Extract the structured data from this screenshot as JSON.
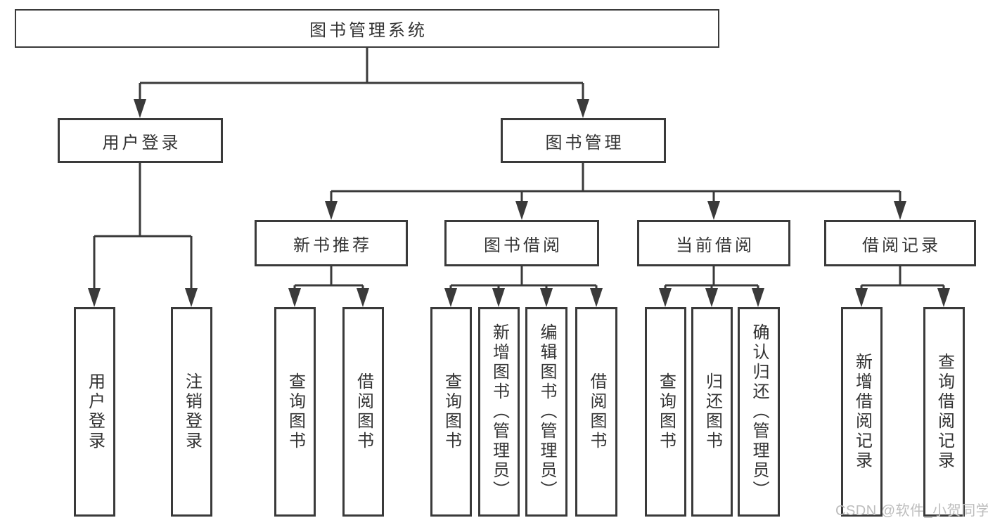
{
  "diagram": {
    "root": {
      "label": "图书管理系统"
    },
    "level2": [
      {
        "label": "用户登录"
      },
      {
        "label": "图书管理"
      }
    ],
    "level3": [
      {
        "label": "新书推荐"
      },
      {
        "label": "图书借阅"
      },
      {
        "label": "当前借阅"
      },
      {
        "label": "借阅记录"
      }
    ],
    "leaves": {
      "user_login": [
        "用户登录",
        "注销登录"
      ],
      "new_book_recommend": [
        "查询图书",
        "借阅图书"
      ],
      "book_borrow": [
        "查询图书",
        "新增图书（管理员）",
        "编辑图书（管理员）",
        "借阅图书"
      ],
      "current_borrow": [
        "查询图书",
        "归还图书",
        "确认归还（管理员）"
      ],
      "borrow_records": [
        "新增借阅记录",
        "查询借阅记录"
      ]
    }
  },
  "watermark": {
    "text": "CSDN @软件_小贺同学"
  },
  "colors": {
    "line": "#3a3a3a",
    "text": "#333333",
    "background": "#ffffff",
    "watermark": "#bdbdbd"
  }
}
